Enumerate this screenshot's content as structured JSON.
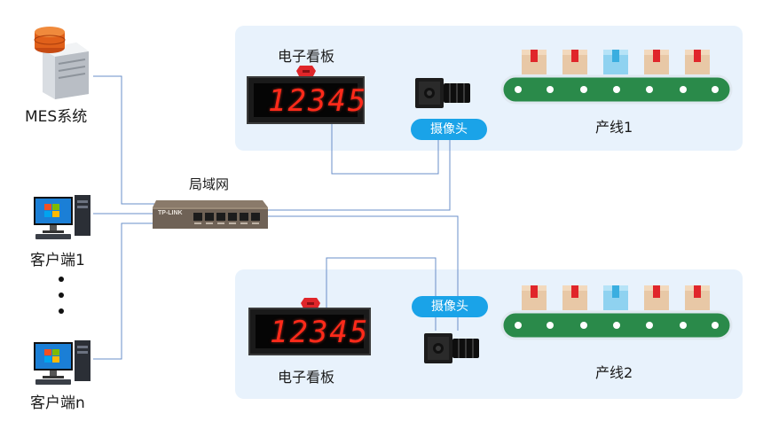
{
  "mes": {
    "label": "MES系统"
  },
  "lan": {
    "label": "局域网",
    "router_brand": "TP-LINK"
  },
  "clients": [
    {
      "label": "客户端1"
    },
    {
      "label": "客户端n"
    }
  ],
  "lines": [
    {
      "board_label": "电子看板",
      "board_digits": "12345",
      "camera_label": "摄像头",
      "line_label": "产线1"
    },
    {
      "board_label": "电子看板",
      "board_digits": "12345",
      "camera_label": "摄像头",
      "line_label": "产线2"
    }
  ],
  "colors": {
    "panel": "#e8f2fc",
    "wire": "#6a8fc8",
    "badge": "#1aa3e8",
    "belt": "#2a8a4a",
    "digits": "#ff2a1a"
  },
  "icons": {
    "server": "server-icon",
    "router": "router-icon",
    "computer": "computer-icon",
    "camera": "camera-icon",
    "box": "box-icon"
  }
}
